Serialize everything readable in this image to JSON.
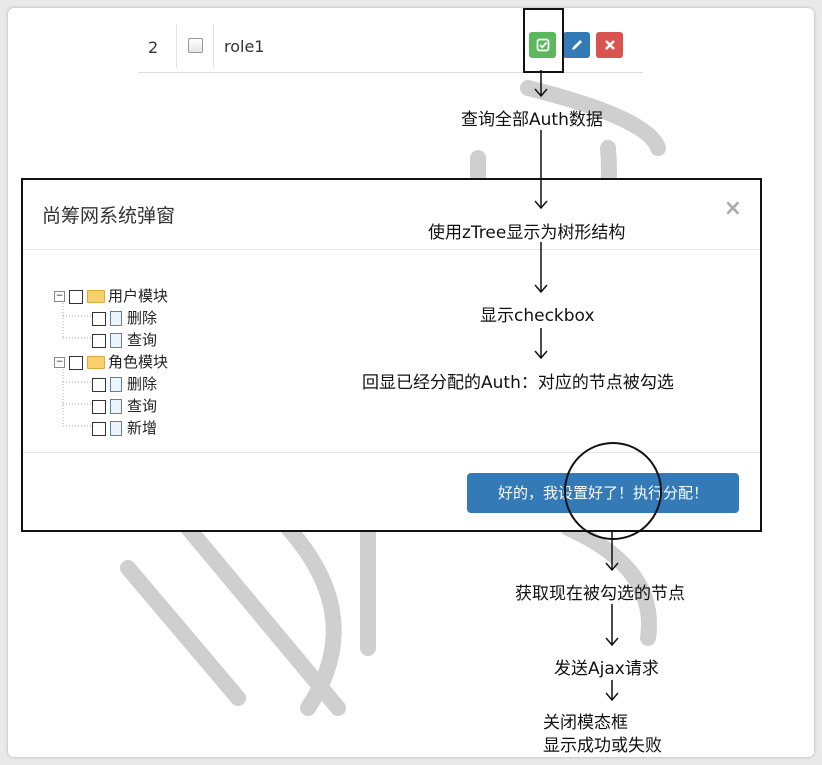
{
  "table_row": {
    "number": "2",
    "name": "role1",
    "icons": [
      "check-square-icon",
      "pencil-icon",
      "close-icon"
    ]
  },
  "modal": {
    "title": "尚筹网系统弹窗",
    "close_symbol": "×",
    "tree": [
      {
        "label": "用户模块",
        "children": [
          "删除",
          "查询"
        ]
      },
      {
        "label": "角色模块",
        "children": [
          "删除",
          "查询",
          "新增"
        ]
      }
    ],
    "confirm_button": "好的，我设置好了！执行分配！"
  },
  "flow": {
    "step1": "查询全部Auth数据",
    "step2": "使用zTree显示为树形结构",
    "step3": "显示checkbox",
    "step4": "回显已经分配的Auth：对应的节点被勾选",
    "step5": "获取现在被勾选的节点",
    "step6": "发送Ajax请求",
    "step7_line1": "关闭模态框",
    "step7_line2": "显示成功或失败"
  },
  "colors": {
    "success": "#5cb85c",
    "primary": "#337ab7",
    "danger": "#d9534f",
    "folder": "#f8d06b",
    "watermark": "#cfcfcf"
  }
}
